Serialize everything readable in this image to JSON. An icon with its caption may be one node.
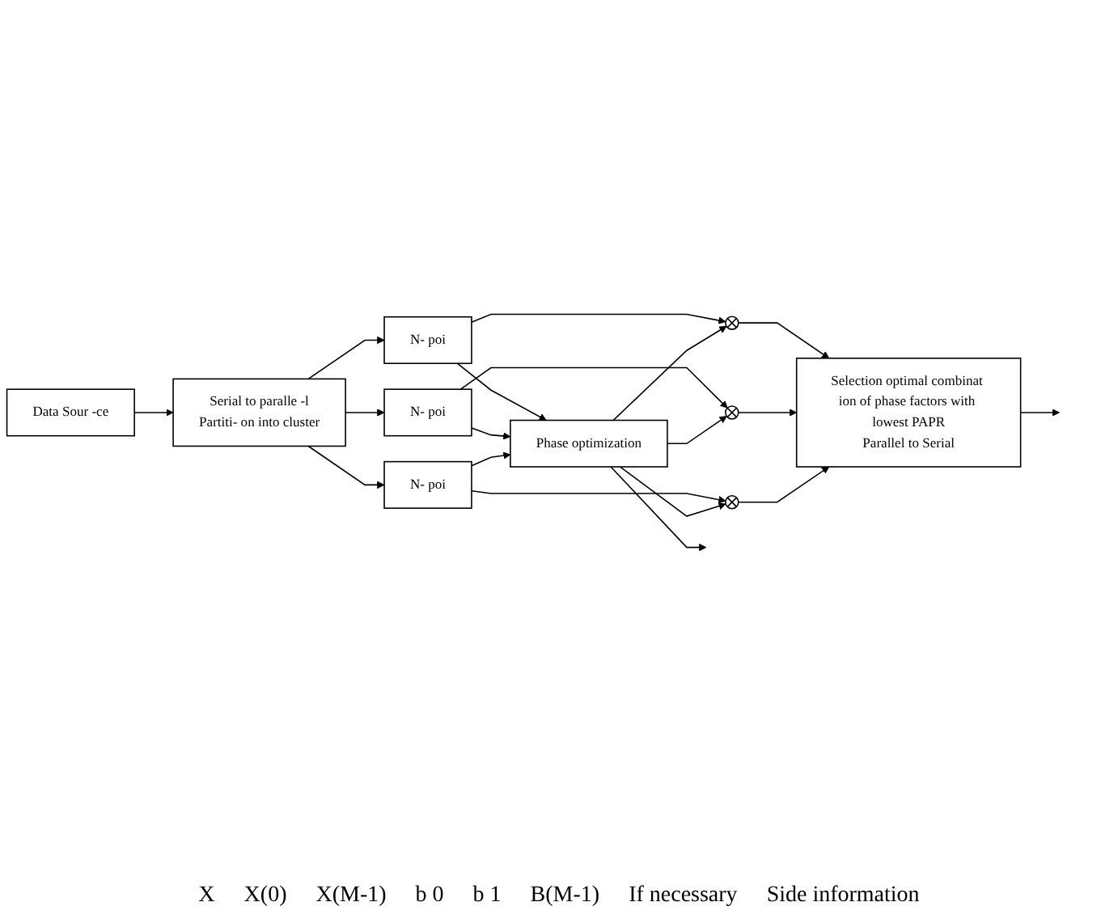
{
  "diagram": {
    "nodes": [
      {
        "text": [
          "Data Sour -ce"
        ]
      },
      {
        "text": [
          "Serial to paralle -l",
          "Partiti- on into cluster"
        ]
      },
      {
        "text": [
          "N- poi"
        ]
      },
      {
        "text": [
          "N- poi"
        ]
      },
      {
        "text": [
          "N- poi"
        ]
      },
      {
        "text": [],
        "shape": "circle"
      },
      {
        "text": [],
        "shape": "circle"
      },
      {
        "text": [],
        "shape": "circle"
      },
      {
        "text": [
          "Selection optimal combinat ion of phase factors with lowest PAPR",
          "Parallel to Serial"
        ]
      },
      {
        "text": [
          "Phase optimization"
        ]
      }
    ],
    "edges": [
      {
        "from": 0,
        "to": 1,
        "arrow": "to"
      },
      {
        "from": 1,
        "to": 2,
        "arrow": "to"
      },
      {
        "from": 1,
        "to": 3,
        "arrow": "to"
      },
      {
        "from": 1,
        "to": 4,
        "arrow": "to"
      },
      {
        "from": 2,
        "to": 5,
        "arrow": "to"
      },
      {
        "from": 3,
        "to": 6,
        "arrow": "to"
      },
      {
        "from": 4,
        "to": 7,
        "arrow": "to"
      },
      {
        "from": 5,
        "to": 8,
        "arrow": "to"
      },
      {
        "from": 6,
        "to": 8,
        "arrow": "to"
      },
      {
        "from": 7,
        "to": 8,
        "arrow": "to"
      },
      {
        "from": 8,
        "to": null,
        "arrow": "to"
      },
      {
        "from": 2,
        "to": 9,
        "arrow": "to"
      },
      {
        "from": 3,
        "to": 9,
        "arrow": "to"
      },
      {
        "from": 4,
        "to": 9,
        "arrow": "to"
      },
      {
        "from": 9,
        "to": 5,
        "arrow": "to"
      },
      {
        "from": 9,
        "to": 6,
        "arrow": "to"
      },
      {
        "from": 9,
        "to": 7,
        "arrow": "to"
      },
      {
        "from": 9,
        "to": null,
        "arrow": "to"
      }
    ],
    "labels": [
      "X",
      "X(0)",
      "X(M-1)",
      "b 0",
      "b 1",
      "B(M-1)",
      "If necessary",
      "Side information"
    ]
  }
}
